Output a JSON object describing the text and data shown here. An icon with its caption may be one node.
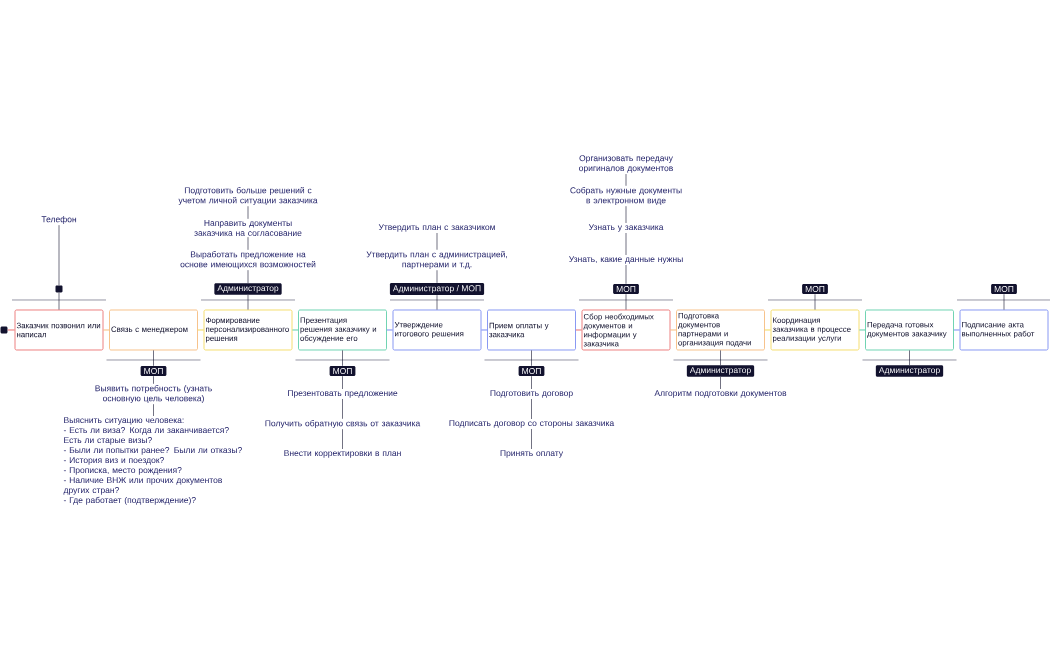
{
  "diagram": {
    "nodes": [
      {
        "text": [],
        "shape": "box"
      },
      {
        "text": [
          "Телефон"
        ]
      },
      {
        "text": [],
        "shape": "circle"
      },
      {
        "text": [
          "Заказчик позвонил или написал"
        ]
      },
      {
        "text": [
          "Связь с менеджером"
        ]
      },
      {
        "text": [
          "МОП"
        ]
      },
      {
        "text": [
          "Выявить потребность (узнать основную цель человека)"
        ]
      },
      {
        "text": [
          "Выяснить ситуацию человека:",
          "- Есть ли виза? Когда ли заканчивается?",
          "Есть ли старые визы?",
          "- Были ли попытки ранее? Были ли отказы?",
          "- История виз и поездок?",
          "- Прописка, место рождения?",
          "- Наличие ВНЖ или прочих документов других стран?",
          "- Где работает (подтверждение)?"
        ]
      },
      {
        "text": [
          "Подготовить больше решений с учетом личной ситуации заказчика"
        ]
      },
      {
        "text": [
          "Направить документы заказчика на согласование"
        ]
      },
      {
        "text": [
          "Выработать предложение на основе имеющихся возможностей"
        ]
      },
      {
        "text": [
          "Администратор"
        ]
      },
      {
        "text": [
          "Формирование персонализированного решения"
        ]
      },
      {
        "text": [
          "Презентация решения заказчику и обсуждение его"
        ]
      },
      {
        "text": [
          "МОП"
        ]
      },
      {
        "text": [
          "Презентовать предложение"
        ]
      },
      {
        "text": [
          "Получить обратную связь от заказчика"
        ]
      },
      {
        "text": [
          "Внести корректировки в план"
        ]
      },
      {
        "text": [
          "Утвердить план с заказчиком"
        ]
      },
      {
        "text": [
          "Утвердить план с администрацией, партнерами и т.д."
        ]
      },
      {
        "text": [
          "Администратор / МОП"
        ]
      },
      {
        "text": [
          "Утверждение итогового решения"
        ]
      },
      {
        "text": [
          "Прием оплаты у заказчика"
        ]
      },
      {
        "text": [
          "МОП"
        ]
      },
      {
        "text": [
          "Подготовить договор"
        ]
      },
      {
        "text": [
          "Подписать договор со стороны заказчика"
        ]
      },
      {
        "text": [
          "Принять оплату"
        ]
      },
      {
        "text": [
          "Организовать передачу оригиналов документов"
        ]
      },
      {
        "text": [
          "Собрать нужные документы в электронном виде"
        ]
      },
      {
        "text": [
          "Узнать у заказчика"
        ]
      },
      {
        "text": [
          "Узнать, какие данные нужны"
        ]
      },
      {
        "text": [
          "МОП"
        ]
      },
      {
        "text": [
          "Сбор необходимых документов и информации у заказчика"
        ]
      },
      {
        "text": [
          "Подготовка документов партнерами и организация подачи"
        ]
      },
      {
        "text": [
          "Администратор"
        ]
      },
      {
        "text": [
          "Алгоритм подготовки документов"
        ]
      },
      {
        "text": [
          "МОП"
        ]
      },
      {
        "text": [
          "Координация заказчика в процессе реализации услуги"
        ]
      },
      {
        "text": [
          "Передача готовых документов заказчику"
        ]
      },
      {
        "text": [
          "Администратор"
        ]
      },
      {
        "text": [
          "МОП"
        ]
      },
      {
        "text": [
          "Подписание акта выполненных работ"
        ]
      }
    ],
    "edges": [
      {
        "from": 0,
        "to": 3,
        "arrow": "none",
        "color": "#e8605f"
      },
      {
        "from": 3,
        "to": 4,
        "arrow": "none",
        "color": "#f5b46e"
      },
      {
        "from": 4,
        "to": 12,
        "arrow": "none",
        "color": "#f2d64b"
      },
      {
        "from": 12,
        "to": 13,
        "arrow": "none",
        "color": "#4cc9a0"
      },
      {
        "from": 13,
        "to": 21,
        "arrow": "none",
        "color": "#6b7ff0"
      },
      {
        "from": 21,
        "to": 22,
        "arrow": "none",
        "color": "#6b7ff0"
      },
      {
        "from": 22,
        "to": 32,
        "arrow": "none",
        "color": "#e8605f"
      },
      {
        "from": 32,
        "to": 33,
        "arrow": "none",
        "color": "#f5b46e"
      },
      {
        "from": 33,
        "to": 37,
        "arrow": "none",
        "color": "#f2d64b"
      },
      {
        "from": 37,
        "to": 38,
        "arrow": "none",
        "color": "#4cc9a0"
      },
      {
        "from": 38,
        "to": 41,
        "arrow": "none",
        "color": "#6b7ff0"
      },
      {
        "from": 1,
        "to": 2,
        "arrow": "none"
      },
      {
        "from": 2,
        "to": 3,
        "arrow": "none"
      },
      {
        "from": 4,
        "to": 5,
        "arrow": "none"
      },
      {
        "from": 5,
        "to": 6,
        "arrow": "none"
      },
      {
        "from": 6,
        "to": 7,
        "arrow": "none"
      },
      {
        "from": 8,
        "to": 9,
        "arrow": "none"
      },
      {
        "from": 9,
        "to": 10,
        "arrow": "none"
      },
      {
        "from": 10,
        "to": 11,
        "arrow": "none"
      },
      {
        "from": 11,
        "to": 12,
        "arrow": "none"
      },
      {
        "from": 13,
        "to": 14,
        "arrow": "none"
      },
      {
        "from": 14,
        "to": 15,
        "arrow": "none"
      },
      {
        "from": 15,
        "to": 16,
        "arrow": "none"
      },
      {
        "from": 16,
        "to": 17,
        "arrow": "none"
      },
      {
        "from": 18,
        "to": 19,
        "arrow": "none"
      },
      {
        "from": 19,
        "to": 20,
        "arrow": "none"
      },
      {
        "from": 20,
        "to": 21,
        "arrow": "none"
      },
      {
        "from": 22,
        "to": 23,
        "arrow": "none"
      },
      {
        "from": 23,
        "to": 24,
        "arrow": "none"
      },
      {
        "from": 24,
        "to": 25,
        "arrow": "none"
      },
      {
        "from": 25,
        "to": 26,
        "arrow": "none"
      },
      {
        "from": 27,
        "to": 28,
        "arrow": "none"
      },
      {
        "from": 28,
        "to": 29,
        "arrow": "none"
      },
      {
        "from": 29,
        "to": 30,
        "arrow": "none"
      },
      {
        "from": 30,
        "to": 31,
        "arrow": "none"
      },
      {
        "from": 31,
        "to": 32,
        "arrow": "none"
      },
      {
        "from": 33,
        "to": 34,
        "arrow": "none"
      },
      {
        "from": 34,
        "to": 35,
        "arrow": "none"
      },
      {
        "from": 36,
        "to": 37,
        "arrow": "none"
      },
      {
        "from": 38,
        "to": 39,
        "arrow": "none"
      },
      {
        "from": 40,
        "to": 41,
        "arrow": "none"
      }
    ]
  }
}
